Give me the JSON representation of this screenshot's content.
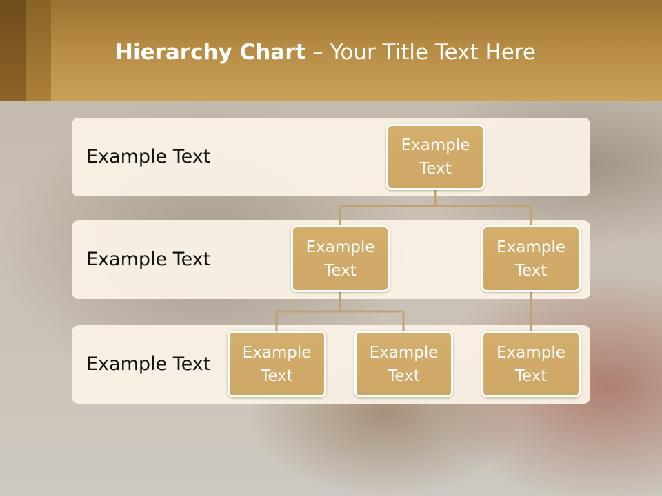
{
  "slide": {
    "title_bold": "Hierarchy Chart",
    "title_dash": " – ",
    "title_rest": "Your Title Text Here"
  },
  "bands": [
    {
      "label": "Example Text"
    },
    {
      "label": "Example Text"
    },
    {
      "label": "Example Text"
    }
  ],
  "nodes": {
    "root": "Example\nText",
    "level2_left": "Example\nText",
    "level2_right": "Example\nText",
    "level3_left": "Example\nText",
    "level3_middle": "Example\nText",
    "level3_right": "Example\nText"
  },
  "colors": {
    "header": "#c19650",
    "node_fill": "#d2ab69",
    "connector": "#c1a272",
    "band_fill": "#faf2e6"
  }
}
